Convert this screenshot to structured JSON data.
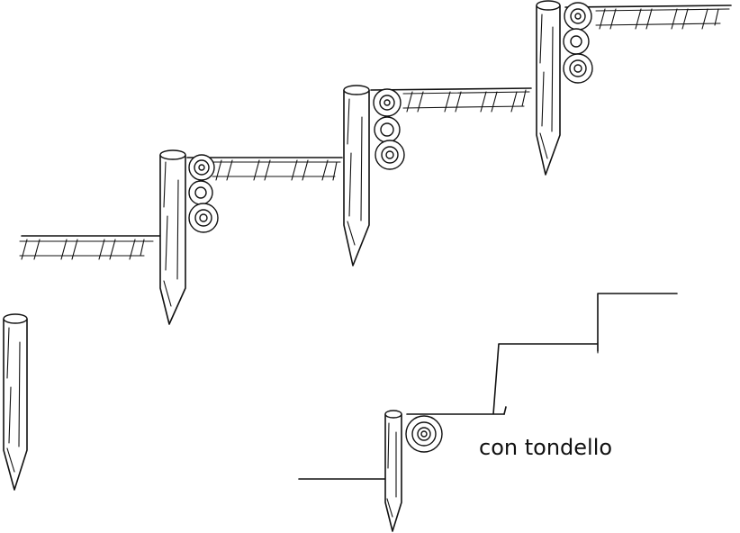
{
  "annotation": {
    "label": "con tondello"
  },
  "drawing": {
    "ink_color": "#111111",
    "background_color": "#ffffff",
    "steps_with_logs": 3,
    "logs_per_post": 3
  }
}
